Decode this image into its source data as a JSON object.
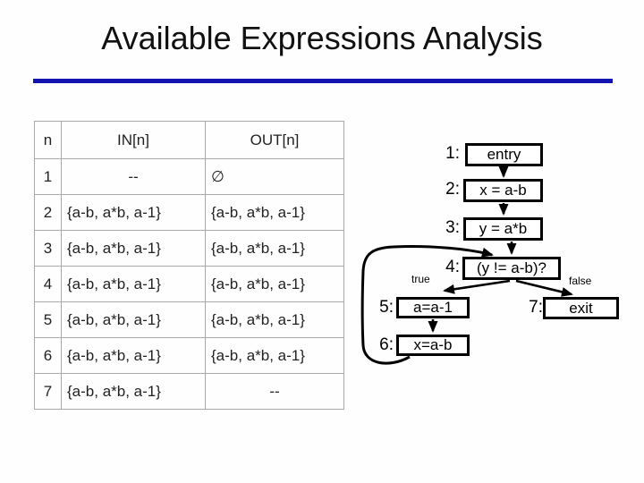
{
  "slide": {
    "title": "Available Expressions Analysis"
  },
  "colors": {
    "accent_rule_blue": "#1313b0",
    "table_border_gray": "#a9a9a9",
    "node_border_black": "#000000"
  },
  "table": {
    "headers": [
      "n",
      "IN[n]",
      "OUT[n]"
    ],
    "rows": [
      {
        "n": "1",
        "in": "--",
        "out": "∅"
      },
      {
        "n": "2",
        "in": "{a-b, a*b, a-1}",
        "out": "{a-b, a*b, a-1}"
      },
      {
        "n": "3",
        "in": "{a-b, a*b, a-1}",
        "out": "{a-b, a*b, a-1}"
      },
      {
        "n": "4",
        "in": "{a-b, a*b, a-1}",
        "out": "{a-b, a*b, a-1}"
      },
      {
        "n": "5",
        "in": "{a-b, a*b, a-1}",
        "out": "{a-b, a*b, a-1}"
      },
      {
        "n": "6",
        "in": "{a-b, a*b, a-1}",
        "out": "{a-b, a*b, a-1}"
      },
      {
        "n": "7",
        "in": "{a-b, a*b, a-1}",
        "out": "--"
      }
    ]
  },
  "graph": {
    "nodes": [
      {
        "label": "1:",
        "text": "entry"
      },
      {
        "label": "2:",
        "text": "x = a-b"
      },
      {
        "label": "3:",
        "text": "y = a*b"
      },
      {
        "label": "4:",
        "text": "(y != a-b)?"
      },
      {
        "label": "5:",
        "text": "a=a-1"
      },
      {
        "label": "6:",
        "text": "x=a-b"
      },
      {
        "label": "7:",
        "text": "exit"
      }
    ],
    "branch_labels": {
      "true_label": "true",
      "false_label": "false"
    }
  }
}
